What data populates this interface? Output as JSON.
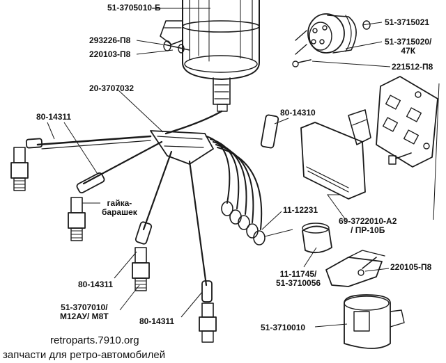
{
  "labels": {
    "coil": "51-3705010-Б",
    "bolt1": "293226-П8",
    "washer1": "220103-П8",
    "cap_part": "51-3715021",
    "cap_body_a": "51-3715020/",
    "cap_body_b": "47К",
    "cap_screw": "221512-П8",
    "coil_wire": "20-3707032",
    "lead_left": "80-14311",
    "lead_right": "80-14310",
    "wing_nut_a": "гайка-",
    "wing_nut_b": "барашек",
    "rubber_cap": "11-12231",
    "bracket_a": "69-3722010-А2",
    "bracket_b": "/ ПР-10Б",
    "lead_mid": "80-14311",
    "boot_a": "11-11745/",
    "boot_b": "51-3710056",
    "rotor_screw": "220105-П8",
    "plug_a": "51-3707010/",
    "plug_b": "М12АУ/ М8Т",
    "lead_bottom": "80-14311",
    "rotor": "51-3710010"
  },
  "watermark": {
    "url": "retroparts.7910.org",
    "caption": "запчасти для ретро-автомобилей"
  }
}
